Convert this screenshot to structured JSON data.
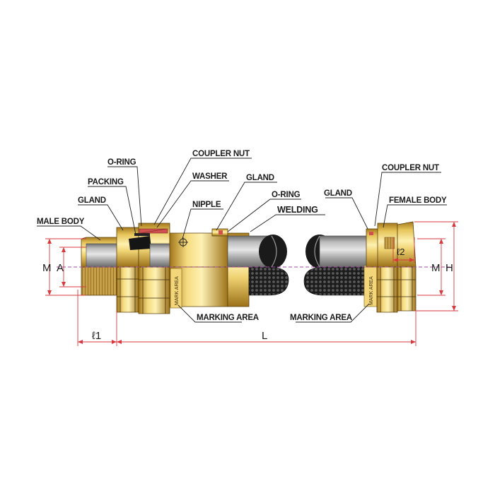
{
  "labels": {
    "o_ring_left": "O-RING",
    "coupler_nut_left": "COUPLER NUT",
    "packing": "PACKING",
    "washer": "WASHER",
    "gland_mid": "GLAND",
    "gland_left": "GLAND",
    "nipple": "NIPPLE",
    "o_ring_mid": "O-RING",
    "male_body": "MALE BODY",
    "welding": "WELDING",
    "gland_right": "GLAND",
    "coupler_nut_right": "COUPLER NUT",
    "female_body": "FEMALE BODY",
    "marking_area_left": "MARKING AREA",
    "marking_area_right": "MARKING AREA",
    "mark_area_left": "MARK AREA",
    "mark_area_right": "MARK AREA"
  },
  "dimensions": {
    "M_left": "M",
    "A": "A",
    "M_right": "M",
    "H": "H",
    "l1": "ℓ1",
    "L": "L",
    "l2": "ℓ2"
  },
  "colors": {
    "brass_light": "#f7e08a",
    "brass_dark": "#a67a1e",
    "conduit": "#9a9a9a",
    "dimension_line": "#d8393d",
    "centerline": "#a6479f"
  }
}
